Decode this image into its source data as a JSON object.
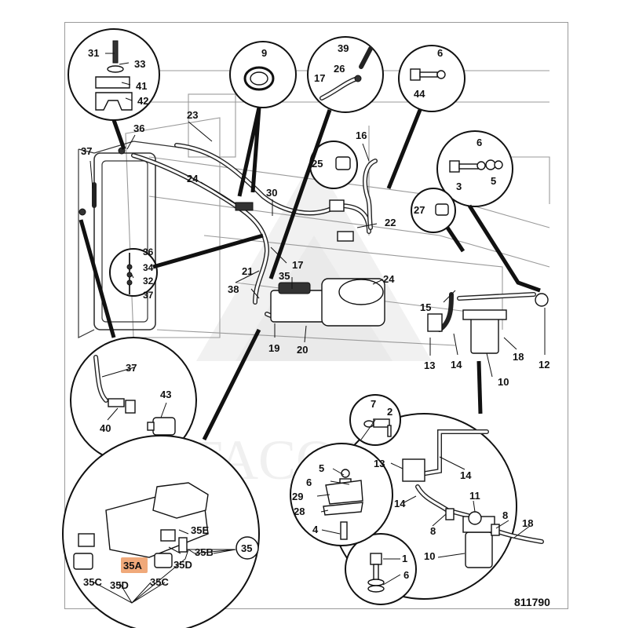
{
  "diagram": {
    "figure_number": "811790",
    "highlighted_callout": "35A",
    "highlight_color": "#f0a97a",
    "watermark": "LYTACOTA",
    "callouts": {
      "c31": "31",
      "c33": "33",
      "c41": "41",
      "c42": "42",
      "c9": "9",
      "c39": "39",
      "c26": "26",
      "c17a": "17",
      "c6a": "6",
      "c44": "44",
      "c23": "23",
      "c36a": "36",
      "c37a": "37",
      "c16": "16",
      "c25": "25",
      "c6b": "6",
      "c3": "3",
      "c5a": "5",
      "c24a": "24",
      "c30": "30",
      "c22": "22",
      "c27": "27",
      "c36b": "36",
      "c34": "34",
      "c32": "32",
      "c37b": "37",
      "c21": "21",
      "c17b": "17",
      "c35a": "35",
      "c24b": "24",
      "c38": "38",
      "c15": "15",
      "c19": "19",
      "c20": "20",
      "c13a": "13",
      "c14a": "14",
      "c18a": "18",
      "c12": "12",
      "c10a": "10",
      "c37c": "37",
      "c40": "40",
      "c43": "43",
      "c7": "7",
      "c2": "2",
      "c13b": "13",
      "c14b": "14",
      "c5b": "5",
      "c6c": "6",
      "c29": "29",
      "c14c": "14",
      "c28": "28",
      "c11": "11",
      "c8a": "8",
      "c8b": "8",
      "c18b": "18",
      "c4": "4",
      "c10b": "10",
      "c1": "1",
      "c6d": "6",
      "c35e": "35E",
      "c35b": "35B",
      "c35main": "35",
      "c35a_hl": "35A",
      "c35d_a": "35D",
      "c35c_a": "35C",
      "c35d_b": "35D",
      "c35c_b": "35C"
    }
  }
}
